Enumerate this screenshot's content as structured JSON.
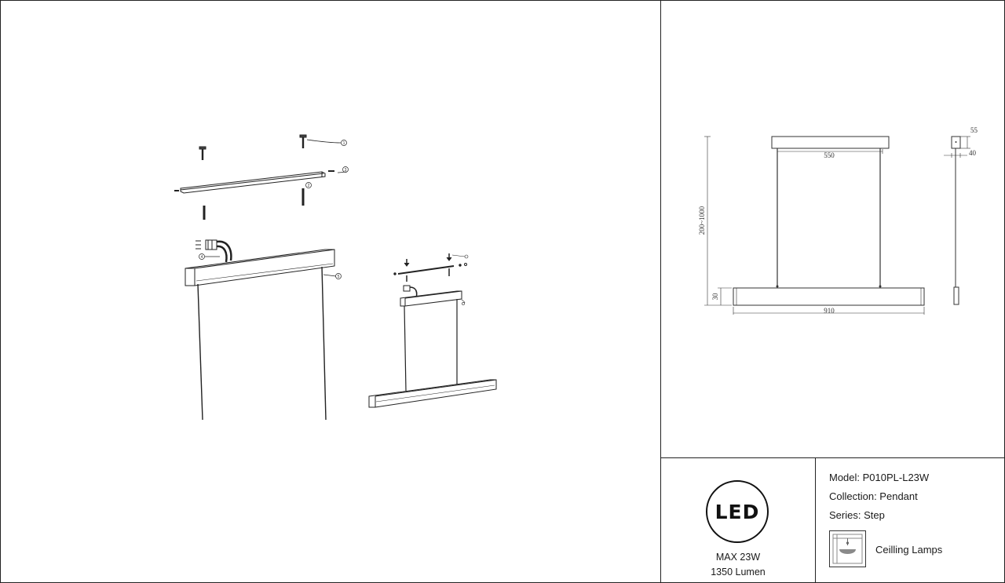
{
  "info": {
    "model": "Model: P010PL-L23W",
    "collection": "Collection: Pendant",
    "series": "Series: Step",
    "lamp_type": "Ceilling Lamps"
  },
  "badge": {
    "logo_text": "LED",
    "power": "MAX 23W",
    "lumen": "1350 Lumen"
  },
  "dimensions": {
    "canopy_width": "550",
    "drop_range": "200~1000",
    "body_height": "30",
    "body_length": "910",
    "canopy_height": "55",
    "profile_width": "40"
  },
  "callouts": [
    "1",
    "2",
    "3",
    "4",
    "5"
  ],
  "icons": [
    "ceiling-lamp-icon",
    "led-logo-icon"
  ]
}
